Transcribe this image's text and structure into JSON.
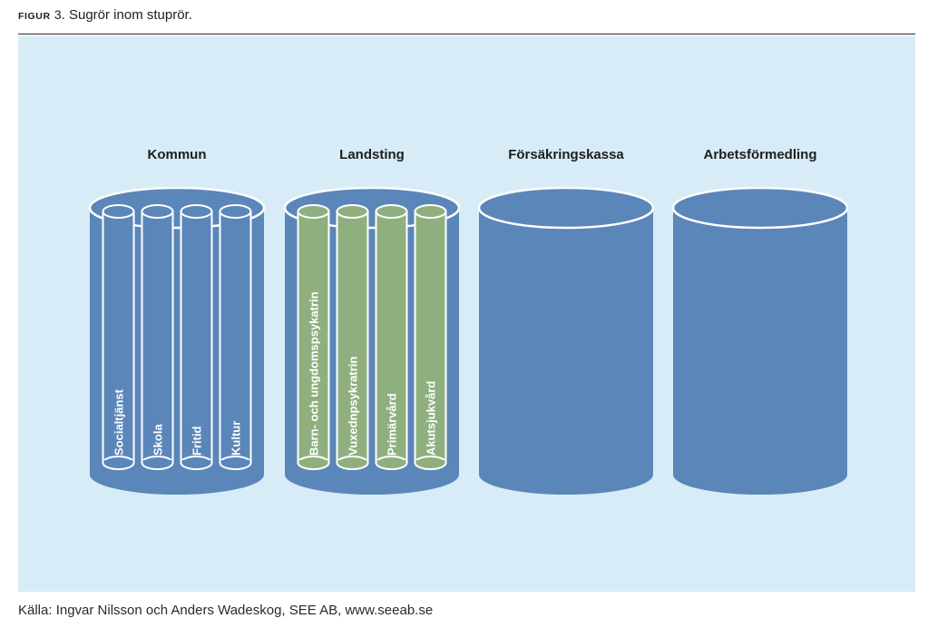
{
  "figure": {
    "label": "FIGUR",
    "number": "3",
    "title": "Sugrör inom stuprör."
  },
  "diagram": {
    "cylinders": [
      {
        "name": "Kommun",
        "pipes": [
          "Socialtjänst",
          "Skola",
          "Fritid",
          "Kultur"
        ],
        "pipe_color": "#5b86b9"
      },
      {
        "name": "Landsting",
        "pipes": [
          "Barn- och ungdomspsykatrin",
          "Vuxednpsykratrin",
          "Primärvård",
          "Akutsjukvård"
        ],
        "pipe_color": "#8fb07e"
      },
      {
        "name": "Försäkringskassa",
        "pipes": []
      },
      {
        "name": "Arbetsförmedling",
        "pipes": []
      }
    ],
    "colors": {
      "background": "#d7ecf6",
      "cylinder": "#5b86b9",
      "outline": "#ffffff"
    }
  },
  "source": "Källa: Ingvar Nilsson och Anders Wadeskog, SEE AB, www.seeab.se"
}
